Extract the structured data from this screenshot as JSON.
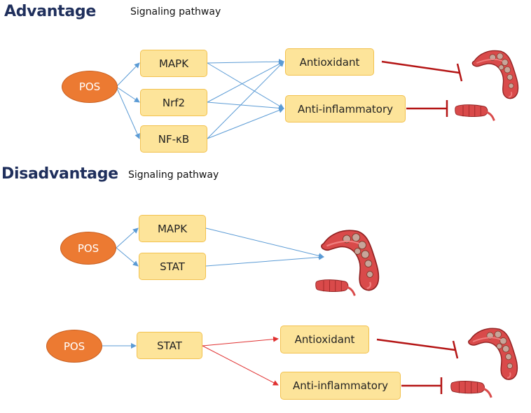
{
  "advantage": {
    "heading": "Advantage",
    "subheading": "Signaling pathway",
    "source": "POS",
    "pathways": [
      "MAPK",
      "Nrf2",
      "NF-κB"
    ],
    "effects": [
      "Antioxidant",
      "Anti-inflammatory"
    ],
    "outcome_icon": "colon-icon"
  },
  "disadvantage": {
    "heading": "Disadvantage",
    "subheading": "Signaling pathway",
    "panel_1": {
      "source": "POS",
      "pathways": [
        "MAPK",
        "STAT"
      ],
      "outcome_icon": "colon-icon"
    },
    "panel_2": {
      "source": "POS",
      "pathway": "STAT",
      "effects": [
        "Antioxidant",
        "Anti-inflammatory"
      ],
      "outcome_icon": "colon-icon"
    }
  },
  "colors": {
    "heading": "#1f2f5c",
    "box_fill": "#fde49a",
    "box_border": "#f2c14e",
    "source_fill": "#ec7a32",
    "activation_arrow": "#5b9bd5",
    "red_arrow": "#e03030",
    "inhibition": "#b41414"
  }
}
